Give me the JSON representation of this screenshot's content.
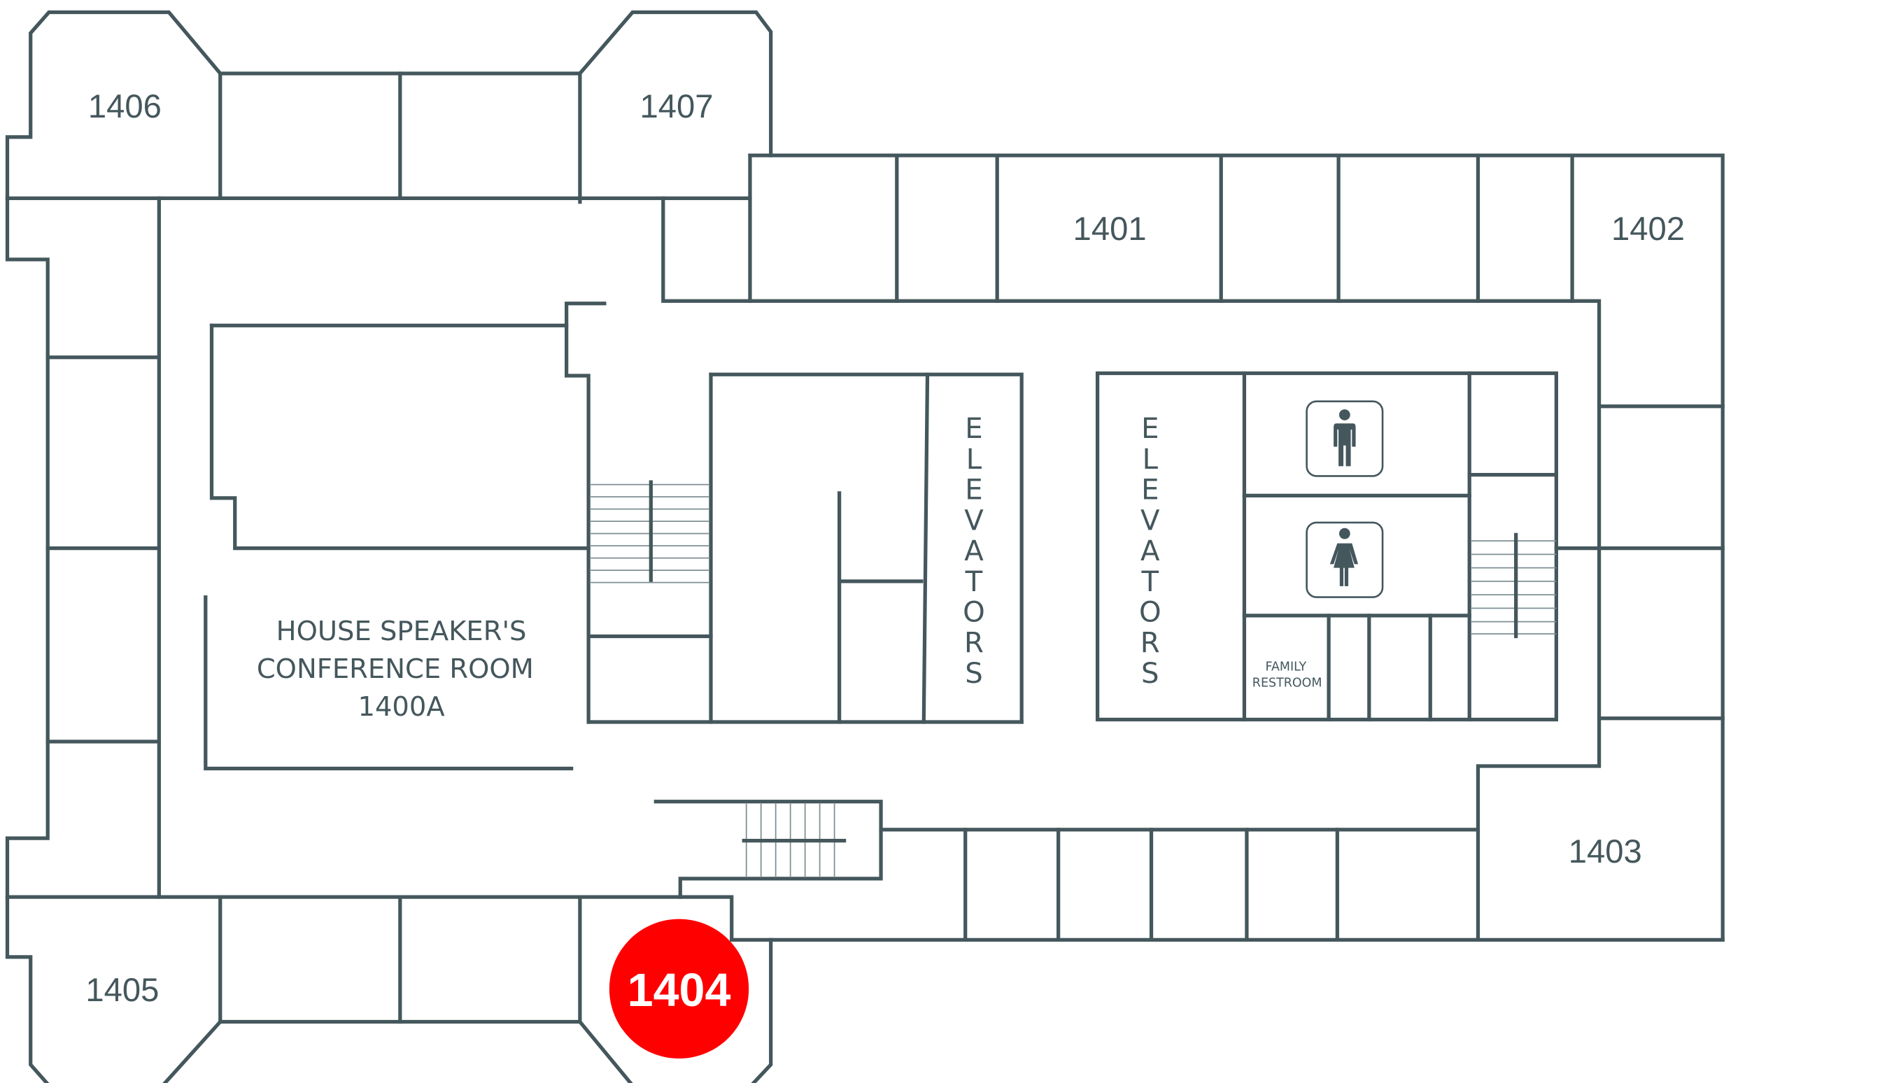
{
  "map": {
    "rooms": {
      "r1406": "1406",
      "r1407": "1407",
      "r1401": "1401",
      "r1402": "1402",
      "r1403": "1403",
      "r1405": "1405",
      "r1404": "1404"
    },
    "conference": {
      "line1": "HOUSE SPEAKER'S",
      "line2": "CONFERENCE ROOM",
      "line3": "1400A"
    },
    "elevators_label": [
      "E",
      "L",
      "E",
      "V",
      "A",
      "T",
      "O",
      "R",
      "S"
    ],
    "family_restroom": {
      "line1": "FAMILY",
      "line2": "RESTROOM"
    },
    "icons": [
      "men-restroom-icon",
      "women-restroom-icon",
      "stairs-icon"
    ],
    "highlight": {
      "room": "1404",
      "color": "#ff0000"
    },
    "colors": {
      "walls": "#44575c",
      "background": "#ffffff"
    }
  }
}
